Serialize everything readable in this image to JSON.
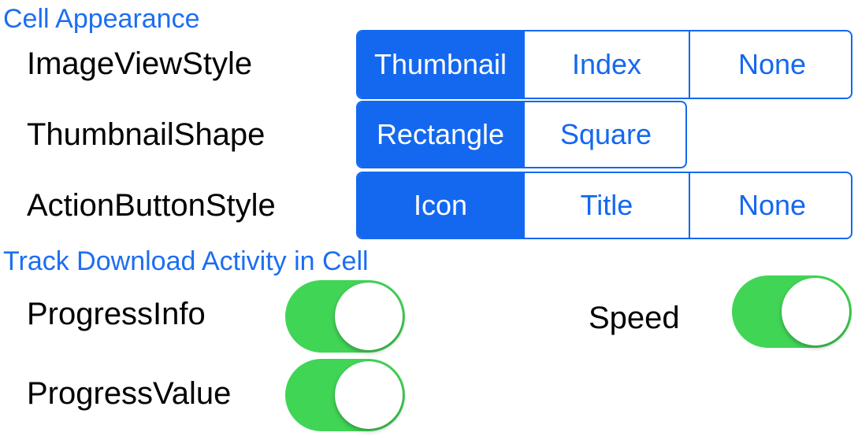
{
  "cell_appearance": {
    "header": "Cell Appearance",
    "image_view_style": {
      "label": "ImageViewStyle",
      "options": [
        "Thumbnail",
        "Index",
        "None"
      ],
      "selected": "Thumbnail"
    },
    "thumbnail_shape": {
      "label": "ThumbnailShape",
      "options": [
        "Rectangle",
        "Square"
      ],
      "selected": "Rectangle"
    },
    "action_button_style": {
      "label": "ActionButtonStyle",
      "options": [
        "Icon",
        "Title",
        "None"
      ],
      "selected": "Icon"
    }
  },
  "track_download_activity": {
    "header": "Track Download Activity in Cell",
    "progress_info": {
      "label": "ProgressInfo",
      "on": true
    },
    "speed": {
      "label": "Speed",
      "on": true
    },
    "progress_value": {
      "label": "ProgressValue",
      "on": true
    }
  },
  "colors": {
    "accent": "#1468f0",
    "toggle_on": "#41d556"
  }
}
